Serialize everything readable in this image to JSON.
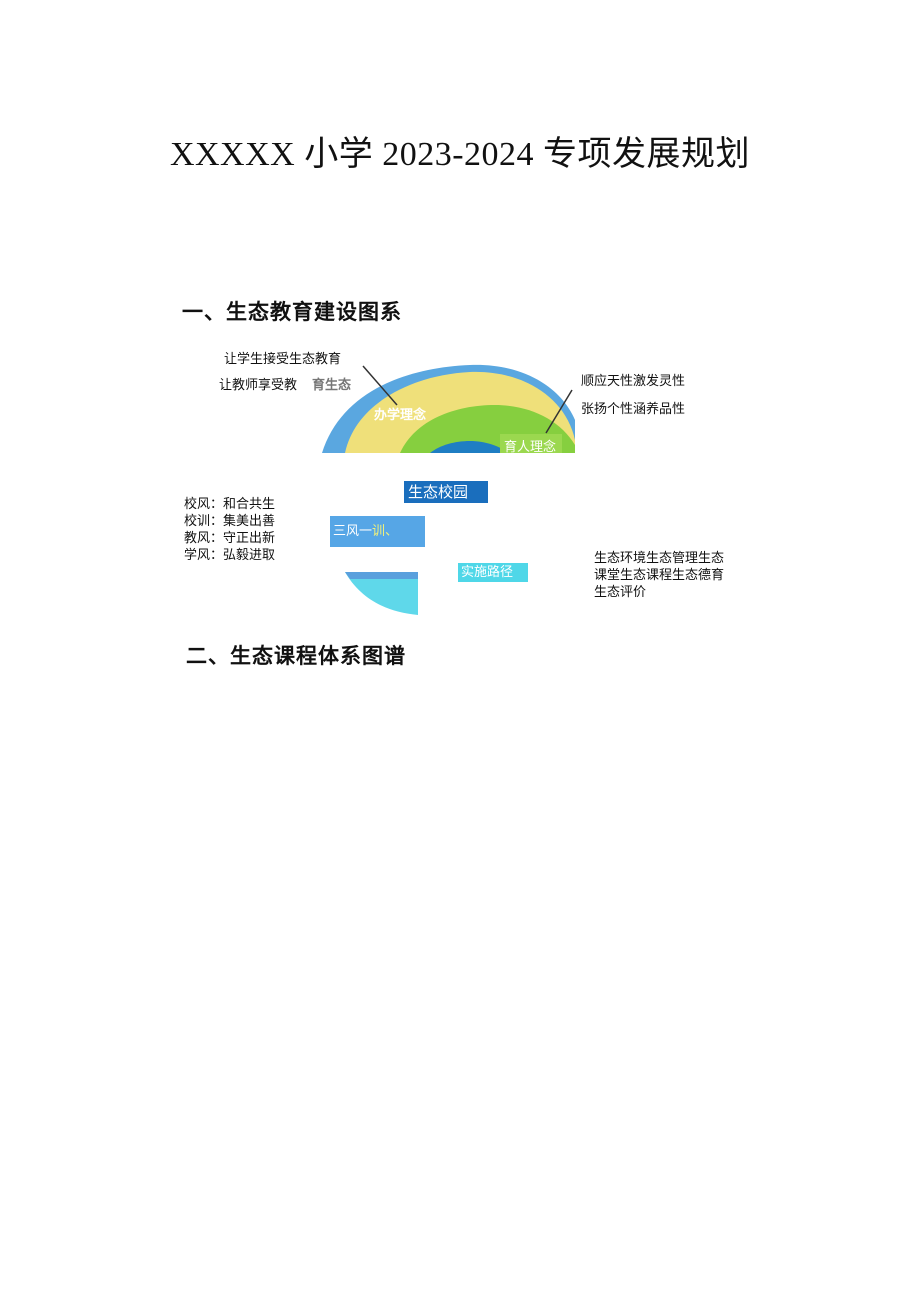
{
  "doc": {
    "title": "XXXXX 小学 2023-2024 专项发展规划",
    "section1_heading": "一、生态教育建设图系",
    "section2_heading": "二、生态课程体系图谱"
  },
  "diagram": {
    "left_callouts": [
      "让学生接受生态教育",
      "让教师享受教"
    ],
    "arc_label_outer": "育生态",
    "arc_label_school": "办学理念",
    "arc_label_education": "育人理念",
    "right_callouts": [
      "顺应天性激发灵性",
      "张扬个性涵养品性"
    ],
    "campus_label": "生态校园",
    "three_winds_label_a": "三风一",
    "three_winds_label_b": "训、",
    "path_label": "实施路径",
    "mottos": [
      {
        "key": "校风",
        "value": "和合共生"
      },
      {
        "key": "校训",
        "value": "集美出善"
      },
      {
        "key": "教风",
        "value": "守正出新"
      },
      {
        "key": "学风",
        "value": "弘毅进取"
      }
    ],
    "path_items": "生态环境生态管理生态课堂生态课程生态德育生态评价",
    "colors": {
      "outer_blue": "#5aa7e0",
      "yellow": "#efe07a",
      "green": "#86cf3f",
      "dark_blue": "#1f7ec3",
      "campus_blue": "#1a6ebd",
      "winds_blue": "#56a6e6",
      "path_cyan": "#4fd7e8"
    }
  }
}
